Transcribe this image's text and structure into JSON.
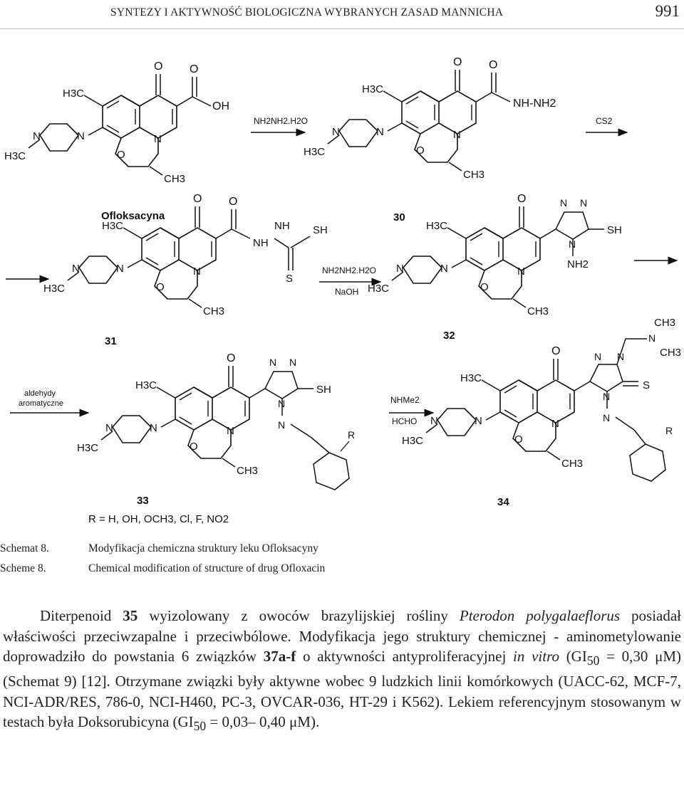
{
  "header": {
    "running_head": "SYNTEZY I AKTYWNOŚĆ BIOLOGICZNA WYBRANYCH ZASAD MANNICHA",
    "page_number": "991"
  },
  "scheme": {
    "labels": {
      "ofloksacyna": "Ofloksacyna",
      "c30": "30",
      "c31": "31",
      "c32": "32",
      "c33": "33",
      "c34": "34",
      "r_def": "R = H, OH, OCH3, Cl, F, NO2"
    },
    "reagents": {
      "r1": "NH2NH2.H2O",
      "r2": "CS2",
      "r3a": "NH2NH2.H2O",
      "r3b": "NaOH",
      "r4a": "aldehydy",
      "r4b": "aromatyczne",
      "r5a": "NHMe2",
      "r5b": "HCHO"
    },
    "atoms": {
      "O": "O",
      "N": "N",
      "S": "S",
      "OH": "OH",
      "SH": "SH",
      "NH": "NH",
      "H3C": "H3C",
      "CH3": "CH3",
      "NH_NH2": "NH-NH2",
      "NH2": "NH2",
      "R": "R"
    }
  },
  "caption": {
    "pl_label": "Schemat 8.",
    "pl_text": "Modyfikacja chemiczna struktury leku Ofloksacyny",
    "en_label": "Scheme 8.",
    "en_text": "Chemical modification of structure of drug Ofloxacin"
  },
  "body": {
    "s1_pre": "Diterpenoid ",
    "s1_bold": "35",
    "s1_mid": " wyizolowany z owoców brazylijskiej rośliny ",
    "s1_ital": "Pterodon polygalaeflorus",
    "s1_post": " posiadał właściwości przeciwzapalne i przeciwbólowe. Modyfikacja jego struktury chemicznej - aminometylowanie doprowadziło do powstania 6 związków ",
    "s2_bold": "37a-f",
    "s2_mid": " o aktywności antyproliferacyjnej ",
    "s2_ital": "in vitro",
    "s2_a": " (GI",
    "s2_sub": "50",
    "s2_b": " = 0,30 μM) (Schemat 9) [12]. Otrzymane związki były aktywne wobec 9 ludzkich linii komórkowych (UACC-62, MCF-7, NCI-ADR/RES, 786-0, NCI-H460, PC-3, OVCAR-036, HT-29 i K562). Lekiem referencyjnym stosowanym w testach była Doksorubicyna (GI",
    "s3_sub": "50",
    "s3_post": " = 0,03– 0,40 μM)."
  }
}
